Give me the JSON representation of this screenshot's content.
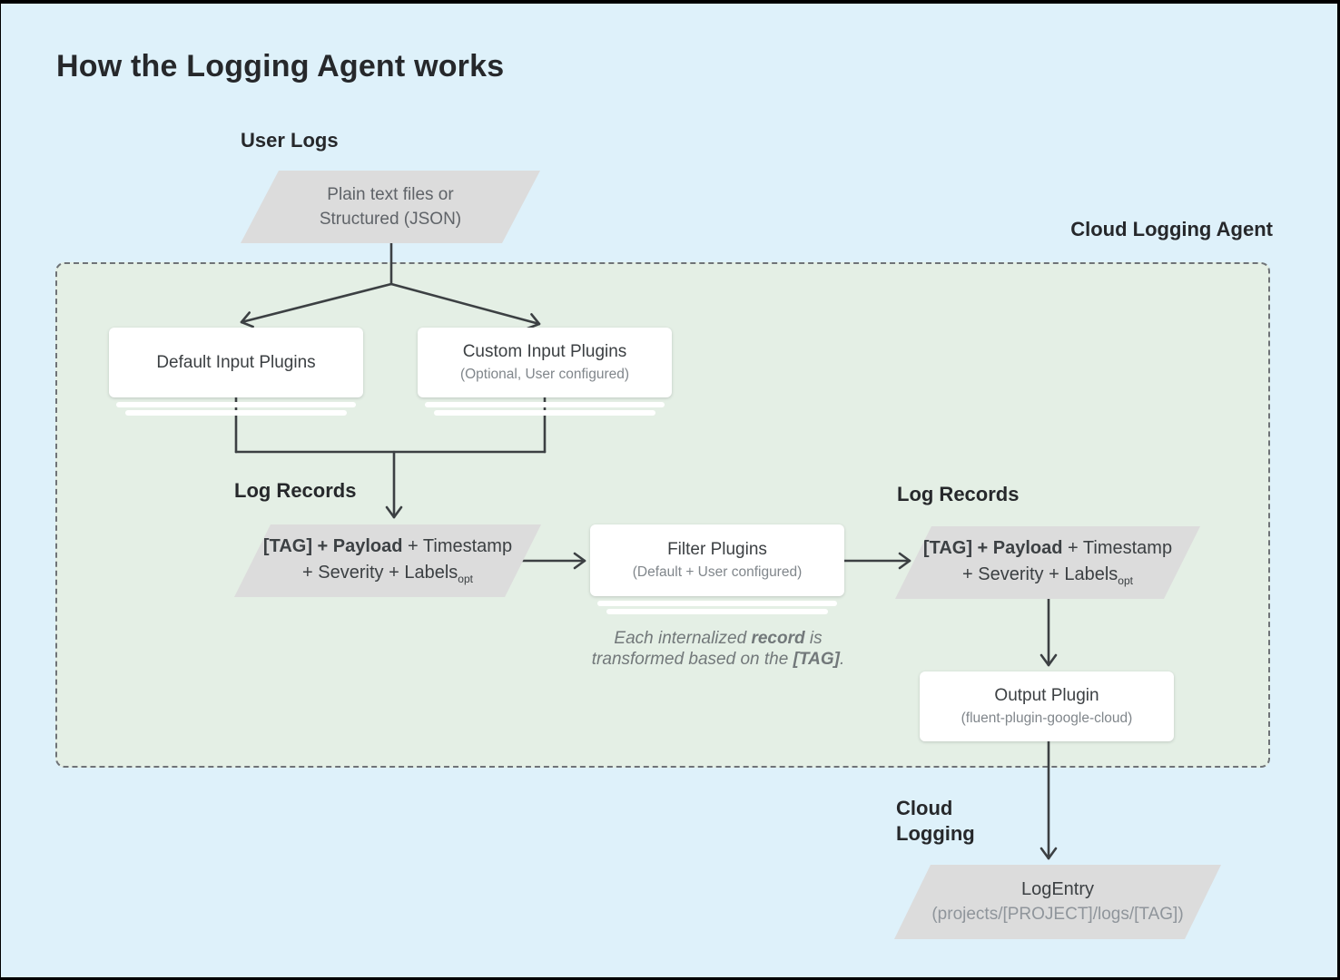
{
  "title": "How the Logging Agent works",
  "colors": {
    "page_background": "#def1fa",
    "agent_region_background": "#e4efe5",
    "shape_gray": "#dcdcdc",
    "box_white": "#ffffff",
    "text_dark": "#26282b",
    "text_body": "#3c4043",
    "text_muted": "#80868b",
    "arrow": "#3c4043",
    "dashed_border": "#6f7377"
  },
  "labels": {
    "user_logs": "User Logs",
    "agent_region": "Cloud Logging Agent",
    "log_records_left": "Log Records",
    "log_records_right": "Log Records",
    "cloud_logging_line1": "Cloud",
    "cloud_logging_line2": "Logging"
  },
  "nodes": {
    "user_logs_file": {
      "line1": "Plain text files or",
      "line2": "Structured (JSON)"
    },
    "default_input": {
      "title": "Default Input Plugins"
    },
    "custom_input": {
      "title": "Custom Input Plugins",
      "subtitle": "(Optional, User configured)"
    },
    "filter": {
      "title": "Filter Plugins",
      "subtitle": "(Default + User configured)"
    },
    "output": {
      "title": "Output Plugin",
      "subtitle": "(fluent-plugin-google-cloud)"
    },
    "log_record": {
      "bold": "[TAG] + Payload",
      "line1_rest": " + Timestamp",
      "line2": "+ Severity + Labels",
      "subscript": "opt"
    },
    "log_entry": {
      "title": "LogEntry",
      "subtitle": "(projects/[PROJECT]/logs/[TAG])"
    }
  },
  "note": {
    "l1a": "Each internalized ",
    "l1b": "record",
    "l1c": " is",
    "l2a": "transformed based on the ",
    "l2b": "[TAG]",
    "l2c": "."
  }
}
